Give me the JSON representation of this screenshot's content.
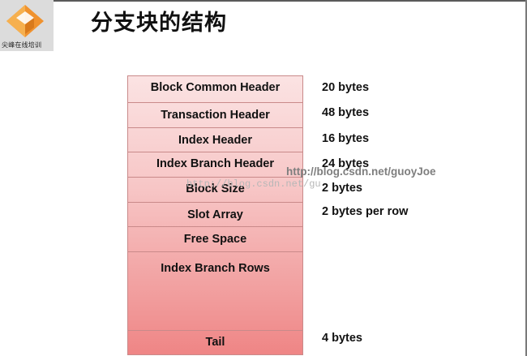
{
  "logo": {
    "text": "尖峰在线培训",
    "icon": "pyramid-icon"
  },
  "title": "分支块的结构",
  "rows": [
    {
      "label": "Block Common Header",
      "size": "20 bytes"
    },
    {
      "label": "Transaction Header",
      "size": "48 bytes"
    },
    {
      "label": "Index Header",
      "size": "16 bytes"
    },
    {
      "label": "Index Branch Header",
      "size": "24 bytes"
    },
    {
      "label": "Block Size",
      "size": "2 bytes"
    },
    {
      "label": "Slot Array",
      "size": "2 bytes per row"
    },
    {
      "label": "Free Space",
      "size": ""
    },
    {
      "label": "Index Branch Rows",
      "size": ""
    },
    {
      "label": "Tail",
      "size": "4 bytes"
    }
  ],
  "watermark": {
    "url": "http://blog.csdn.net/guoyJoe",
    "faded": "http://blog.csdn.net/gu"
  },
  "colors": {
    "box_top": "#fbe3e3",
    "box_bottom": "#ef8585",
    "border": "#c98a8a",
    "logo_orange": "#f0922e"
  }
}
